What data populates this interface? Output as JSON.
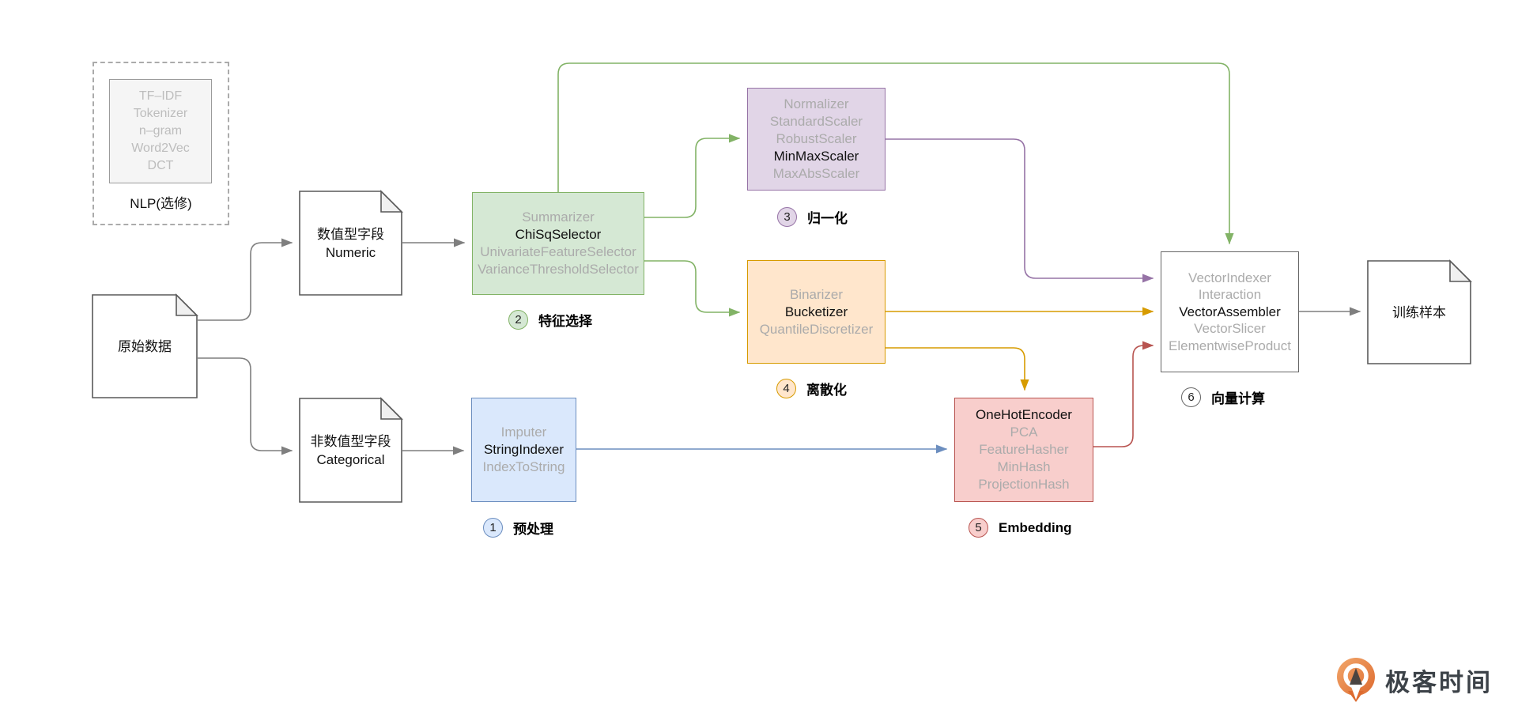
{
  "nlp": {
    "caption": "NLP(选修)",
    "items": [
      "TF–IDF",
      "Tokenizer",
      "n–gram",
      "Word2Vec",
      "DCT"
    ]
  },
  "docs": {
    "raw": {
      "line1": "原始数据"
    },
    "numeric": {
      "line1": "数值型字段",
      "line2": "Numeric"
    },
    "categorical": {
      "line1": "非数值型字段",
      "line2": "Categorical"
    },
    "training": {
      "line1": "训练样本"
    }
  },
  "stages": {
    "preprocess": {
      "num": "1",
      "label": "预处理",
      "items": [
        "Imputer",
        "StringIndexer",
        "IndexToString"
      ],
      "highlight": "StringIndexer",
      "fill": "#dae8fc",
      "stroke": "#6c8ebf"
    },
    "selection": {
      "num": "2",
      "label": "特征选择",
      "items": [
        "Summarizer",
        "ChiSqSelector",
        "UnivariateFeatureSelector",
        "VarianceThresholdSelector"
      ],
      "highlight": "ChiSqSelector",
      "fill": "#d5e8d4",
      "stroke": "#82b366"
    },
    "normalize": {
      "num": "3",
      "label": "归一化",
      "items": [
        "Normalizer",
        "StandardScaler",
        "RobustScaler",
        "MinMaxScaler",
        "MaxAbsScaler"
      ],
      "highlight": "MinMaxScaler",
      "fill": "#e1d5e7",
      "stroke": "#9673a6"
    },
    "discretize": {
      "num": "4",
      "label": "离散化",
      "items": [
        "Binarizer",
        "Bucketizer",
        "QuantileDiscretizer"
      ],
      "highlight": "Bucketizer",
      "fill": "#ffe6cc",
      "stroke": "#d79b00"
    },
    "embedding": {
      "num": "5",
      "label": "Embedding",
      "items": [
        "OneHotEncoder",
        "PCA",
        "FeatureHasher",
        "MinHash",
        "ProjectionHash"
      ],
      "highlight": "OneHotEncoder",
      "fill": "#f8cecc",
      "stroke": "#b85450"
    },
    "vector": {
      "num": "6",
      "label": "向量计算",
      "items": [
        "VectorIndexer",
        "Interaction",
        "VectorAssembler",
        "VectorSlicer",
        "ElementwiseProduct"
      ],
      "highlight": "VectorAssembler",
      "fill": "#ffffff",
      "stroke": "#666666"
    }
  },
  "connector_colors": {
    "gray": "#7f7f7f",
    "green": "#82b366",
    "purple": "#9673a6",
    "orange": "#d79b00",
    "blue": "#6c8ebf",
    "red": "#b85450"
  },
  "logo": {
    "text": "极客时间",
    "accent": "#e4763a"
  }
}
